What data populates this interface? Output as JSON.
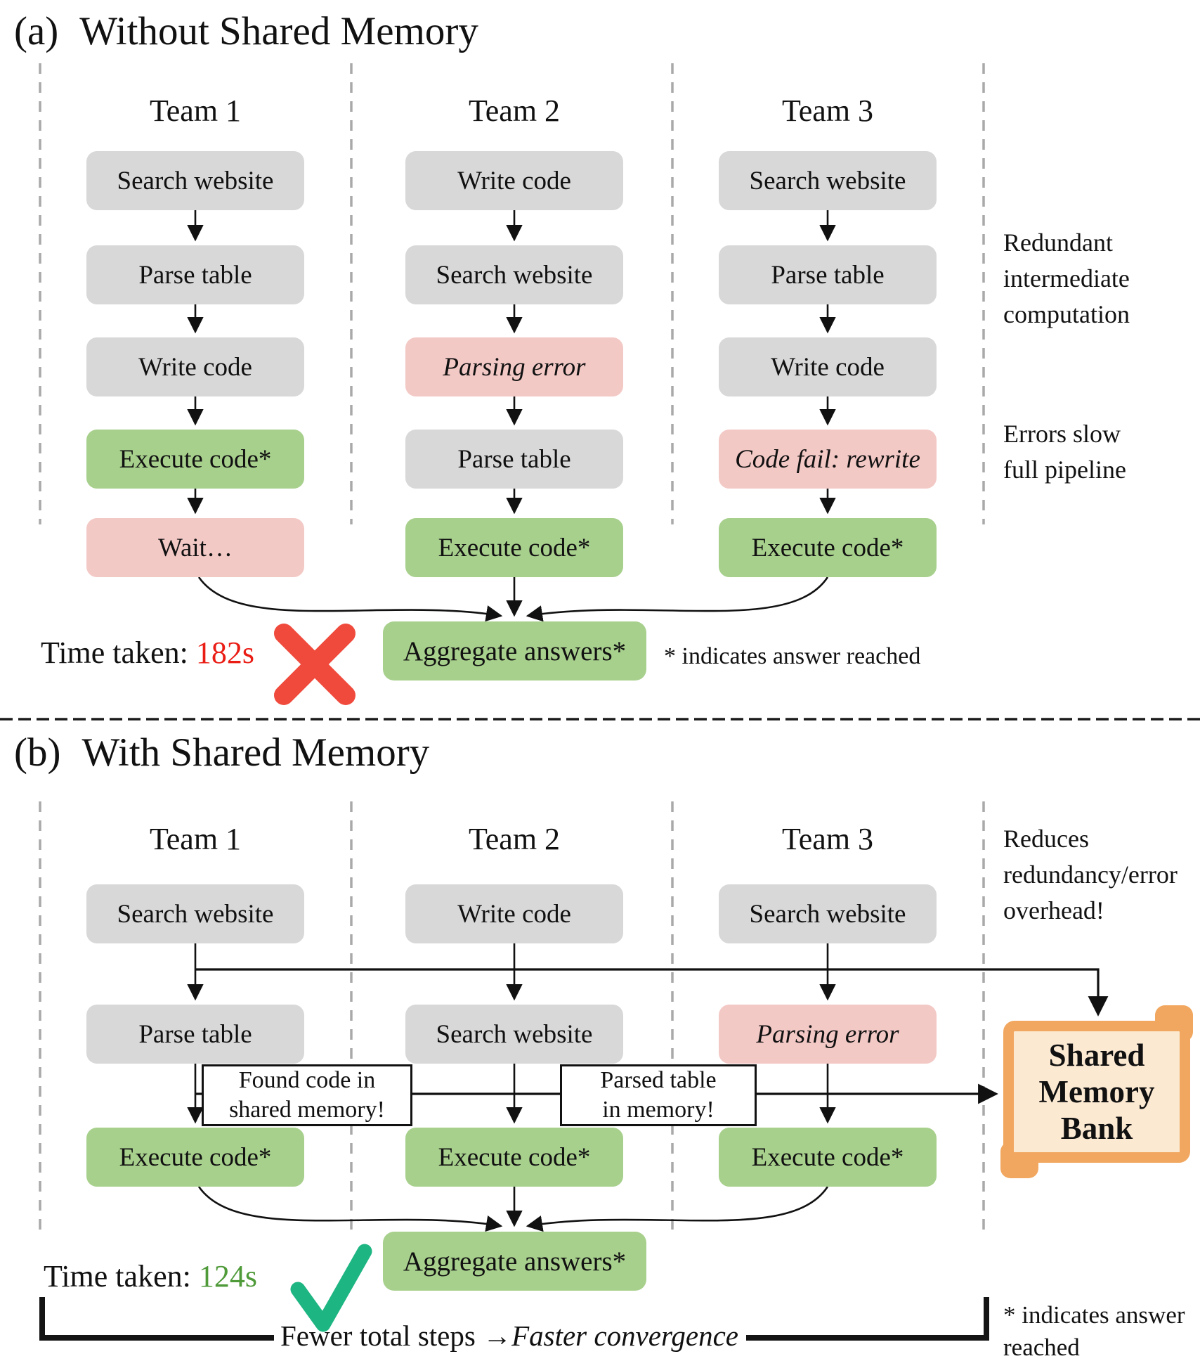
{
  "colors": {
    "step_gray": "#d8d8d8",
    "step_green": "#a8d08d",
    "step_pink": "#f3c9c6",
    "bank_border": "#f1a75f",
    "bank_fill": "#fce9d2",
    "cross_red": "#f04a3c",
    "check_green": "#1db581",
    "time_red": "#ea1d15",
    "time_green": "#4f9a39",
    "dash_gray": "#a9a9a9",
    "ink": "#111111"
  },
  "panel_a": {
    "title_prefix": "(a)",
    "title": "Without Shared Memory",
    "teams": [
      {
        "name": "Team 1",
        "steps": [
          {
            "label": "Search website"
          },
          {
            "label": "Parse table"
          },
          {
            "label": "Write code"
          },
          {
            "label": "Execute code*"
          },
          {
            "label": "Wait…"
          }
        ]
      },
      {
        "name": "Team 2",
        "steps": [
          {
            "label": "Write code"
          },
          {
            "label": "Search website"
          },
          {
            "label": "Parsing error"
          },
          {
            "label": "Parse table"
          },
          {
            "label": "Execute code*"
          }
        ]
      },
      {
        "name": "Team 3",
        "steps": [
          {
            "label": "Search website"
          },
          {
            "label": "Parse table"
          },
          {
            "label": "Write code"
          },
          {
            "label": "Code fail: rewrite"
          },
          {
            "label": "Execute code*"
          }
        ]
      }
    ],
    "side_notes": [
      {
        "lines": [
          "Redundant",
          "intermediate",
          "computation"
        ]
      },
      {
        "lines": [
          "Errors slow",
          "full pipeline"
        ]
      }
    ],
    "aggregate_label": "Aggregate answers*",
    "time_label": "Time taken:",
    "time_value": "182s",
    "footnote": "* indicates answer reached"
  },
  "panel_b": {
    "title_prefix": "(b)",
    "title": "With Shared Memory",
    "teams": [
      {
        "name": "Team 1",
        "steps": [
          {
            "label": "Search website"
          },
          {
            "label": "Parse table"
          },
          {
            "label": "Execute code*"
          }
        ]
      },
      {
        "name": "Team 2",
        "steps": [
          {
            "label": "Write code"
          },
          {
            "label": "Search website"
          },
          {
            "label": "Execute code*"
          }
        ]
      },
      {
        "name": "Team 3",
        "steps": [
          {
            "label": "Search website"
          },
          {
            "label": "Parsing error"
          },
          {
            "label": "Execute code*"
          }
        ]
      }
    ],
    "side_note": {
      "lines": [
        "Reduces",
        "redundancy/error",
        "overhead!"
      ]
    },
    "callouts": [
      {
        "line1": "Found code in",
        "line2": "shared memory!"
      },
      {
        "line1": "Parsed table",
        "line2": "in memory!"
      }
    ],
    "memory_bank": {
      "lines": [
        "Shared",
        "Memory",
        "Bank"
      ]
    },
    "aggregate_label": "Aggregate answers*",
    "time_label": "Time taken:",
    "time_value": "124s",
    "bracket": {
      "left": "Fewer total steps",
      "arrow": "→",
      "right": "Faster convergence"
    },
    "footnote_lines": [
      "* indicates answer",
      "reached"
    ]
  }
}
